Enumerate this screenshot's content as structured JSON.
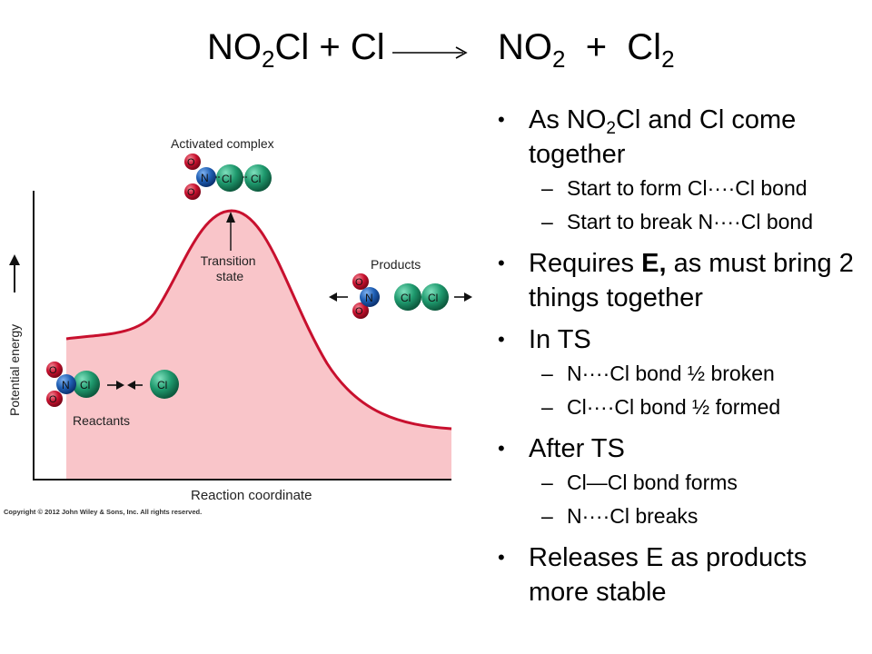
{
  "title": {
    "left_formula": "NO",
    "left_sub": "2",
    "left_rest": "Cl + Cl",
    "right_formula": "NO",
    "right_sub": "2",
    "right_plus": "+",
    "right_cl": "Cl",
    "right_cl_sub": "2"
  },
  "bullets": {
    "b1": {
      "pre": "As NO",
      "sub": "2",
      "post": "Cl and Cl come together",
      "subs": [
        "Start to form Cl····Cl bond",
        "Start to break N····Cl bond"
      ]
    },
    "b2": {
      "pre": "Requires ",
      "bold": "E,",
      "post": " as must bring 2 things together"
    },
    "b3": {
      "text": "In TS",
      "subs": [
        "N····Cl bond ½ broken",
        "Cl····Cl bond ½ formed"
      ]
    },
    "b4": {
      "text": "After TS",
      "subs": [
        "Cl—Cl bond forms",
        "N····Cl breaks"
      ]
    },
    "b5": {
      "text": "Releases E as products more stable"
    }
  },
  "diagram": {
    "activated_complex": "Activated complex",
    "transition_state_l1": "Transition",
    "transition_state_l2": "state",
    "products": "Products",
    "reactants": "Reactants",
    "potential_energy": "Potential energy",
    "reaction_coordinate": "Reaction coordinate",
    "atom_o": "O",
    "atom_n": "N",
    "atom_cl": "Cl",
    "colors": {
      "curve": "#c8102e",
      "fill": "#f9c5c9",
      "chlorine": "#1f9a6e",
      "nitrogen": "#1f5fb4",
      "oxygen": "#c8102e"
    }
  },
  "copyright": "Copyright © 2012 John Wiley & Sons, Inc. All rights reserved."
}
